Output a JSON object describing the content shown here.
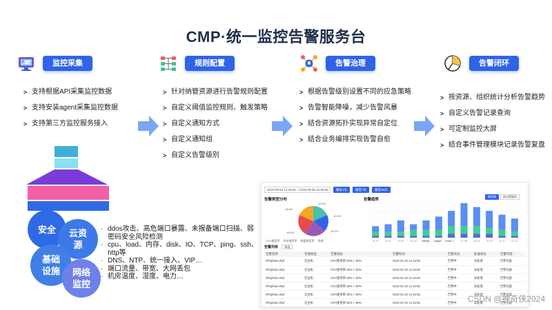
{
  "title": "CMP·统一监控告警服务台",
  "stages": [
    {
      "label": "监控采集",
      "icon": "monitor-icon",
      "items": [
        "支持根据API采集监控数据",
        "支持安装agent采集监控数据",
        "支持第三方监控服务接入"
      ]
    },
    {
      "label": "规则配置",
      "icon": "rules-tree-icon",
      "items": [
        "针对纳管资源进行告警规则配置",
        "自定义阈值监控规则、触发策略",
        "自定义通知方式",
        "自定义通知组",
        "自定义告警级别"
      ]
    },
    {
      "label": "告警治理",
      "icon": "alert-network-icon",
      "items": [
        "根据告警级别设置不同的应急策略",
        "告警智能降噪，减少告警风暴",
        "结合资源拓扑实现异常自定位",
        "结合业务编排实现告警自愈"
      ]
    },
    {
      "label": "告警闭环",
      "icon": "pie-chart-icon",
      "items": [
        "按资源、组织统计分析告警趋势",
        "自定义告警记录查询",
        "可定制监控大屏",
        "结合事件管理模块记录告警复盘"
      ]
    }
  ],
  "circles": [
    "安全",
    "云资源",
    "基础设施",
    "网络监控"
  ],
  "sources": [
    "ddos攻击、高危端口暴露、未报备端口扫描、弱密码安全风险检测",
    "cpu、load、内存、disk、IO、TCP、ping、ssh、http等",
    "DNS、NTP、统一接入、VIP…",
    "端口流量、带宽、大网丢包",
    "机房温度、湿度、电力…"
  ],
  "dashboard": {
    "date_range": "2019-09-06 14:58:55 ~ 2019-09-06 15:58:55",
    "buttons": [
      "最近1天",
      "最近7天",
      "最近30天"
    ],
    "pie_title": "告警类型分布",
    "pie_labels": [
      "12.6%",
      "10.6%",
      "18.6%",
      "18.6%",
      "16.6%"
    ],
    "pie_legend": [
      "CPU使用率",
      "内存使用率",
      "磁盘使用率",
      "其他"
    ],
    "trend_title": "告警趋势",
    "trend_buttons": [
      "按资源",
      "按告警级别"
    ],
    "trend_legend": [
      "critical",
      "major",
      "minor"
    ],
    "list_title": "告警列表",
    "export_label": "导出",
    "columns": [
      "告警名称",
      "资源类型",
      "告警指标",
      "告警时间",
      "告警状态",
      "处理状态",
      "告警内容"
    ],
    "rows": [
      [
        "hfhsjfsdw-dsef",
        "云主机",
        "CPU使用率 80% > 80%",
        "2020-01-20 12:34:58",
        "告警中",
        "未处理",
        "告警内容"
      ],
      [
        "hfhsjfsdw-dsef",
        "云主机",
        "CPU使用率 80% > 80%",
        "2020-01-20 12:34:58",
        "告警中",
        "未处理",
        "告警内容"
      ],
      [
        "hfhsjfsdw-dsef",
        "云主机",
        "CPU使用率 80% > 80%",
        "2020-01-20 12:34:58",
        "告警中",
        "未处理",
        "告警内容"
      ],
      [
        "hfhsjfsdw-dsef",
        "云主机",
        "CPU使用率 80% > 80%",
        "2020-01-20 12:34:58",
        "告警中",
        "未处理",
        "告警内容"
      ],
      [
        "hfhsjfsdw-dsef",
        "云主机",
        "CPU使用率 80% > 80%",
        "2020-01-20 12:34:58",
        "告警中",
        "未处理",
        "告警内容"
      ],
      [
        "hfhsjfsdw-dsef",
        "云主机",
        "CPU使用率 80% > 80%",
        "2020-01-20 12:34:58",
        "告警中",
        "未处理",
        "告警内容"
      ]
    ],
    "trend_x": [
      "01-01",
      "01-02",
      "01-03",
      "01-04",
      "01-05",
      "01-06",
      "01-07",
      "01-08",
      "01-09",
      "01-10",
      "01-11",
      "01-12"
    ],
    "trend_values": [
      [
        3,
        4,
        6,
        3,
        5,
        7,
        8,
        12,
        10,
        9,
        8,
        7
      ],
      [
        2,
        2,
        2,
        3,
        3,
        3,
        4,
        4,
        4,
        3,
        3,
        2
      ],
      [
        1,
        1,
        1,
        1,
        1,
        1,
        2,
        2,
        2,
        2,
        1,
        1
      ]
    ]
  },
  "watermark": "CSDN @神奇侠2024",
  "colors": {
    "accent": "#2f63e8",
    "arrow": "#7aa6f2",
    "funnel": [
      "#3cb0d9",
      "#89e0ef",
      "#7b3bd8",
      "#f25fa8",
      "#2f6ae6"
    ],
    "circle_bg": [
      "#2f6ae6",
      "#3d7ae8",
      "#3f7fe6",
      "#6f80e8"
    ],
    "pie": [
      "#f5a623",
      "#e84b4b",
      "#2f63e8",
      "#47c1a8",
      "#9b59b6"
    ],
    "trend": [
      "#5b8ff0",
      "#3ecf8e",
      "#5a67d8"
    ]
  }
}
